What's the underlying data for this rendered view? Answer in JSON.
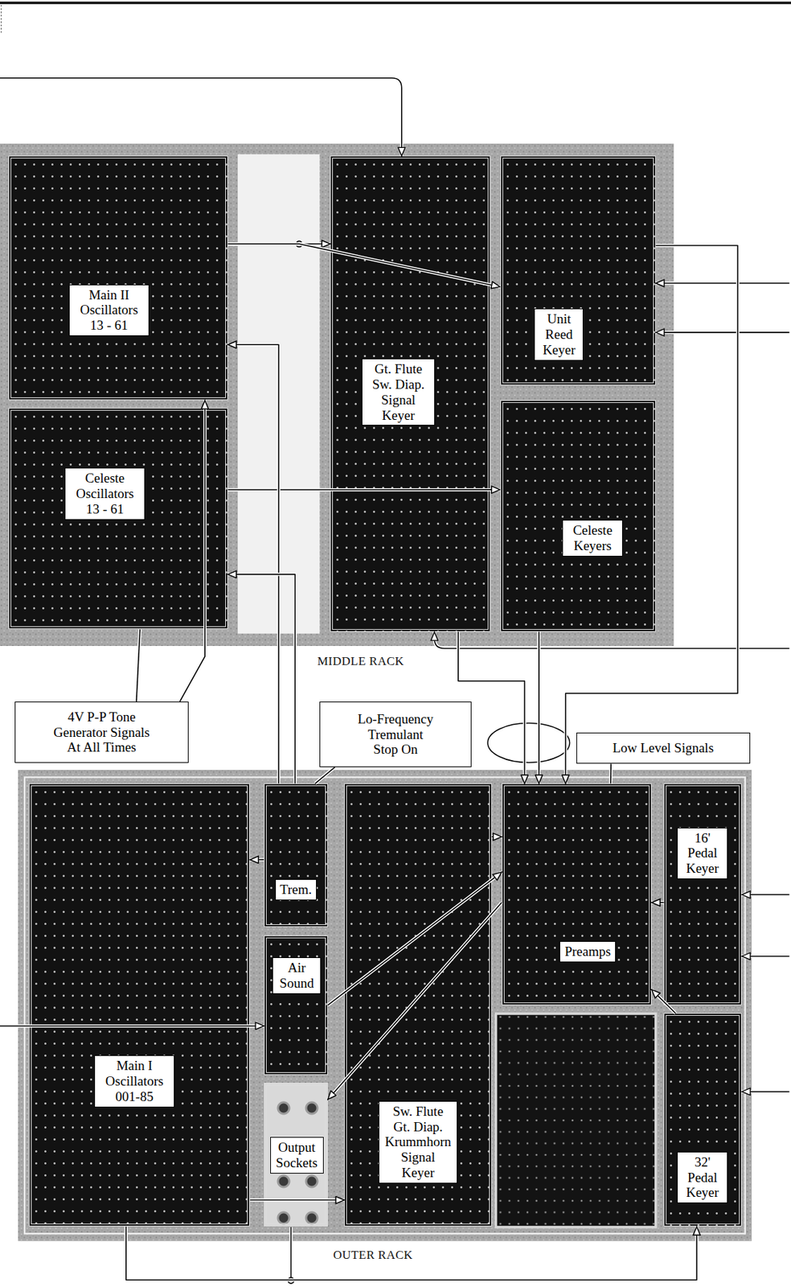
{
  "diagram": {
    "nodes": [
      {
        "text": [
          "Main II Oscillators 13 - 61"
        ]
      },
      {
        "text": [
          "Celeste Oscillators 13 - 61"
        ]
      },
      {
        "text": [
          "Gt. Flute Sw. Diap. Signal Keyer"
        ]
      },
      {
        "text": [
          "Unit Reed Keyer"
        ]
      },
      {
        "text": [
          "Celeste Keyers"
        ]
      },
      {
        "text": [
          "4V P-P Tone Generator Signals At All Times"
        ]
      },
      {
        "text": [
          "Lo-Frequency Tremulant Stop On"
        ]
      },
      {
        "text": [
          "Low Level Signals"
        ]
      },
      {
        "text": [
          "Main I Oscillators 001-85"
        ]
      },
      {
        "text": [
          "Trem."
        ]
      },
      {
        "text": [
          "Air Sound"
        ]
      },
      {
        "text": [
          "Output Sockets"
        ]
      },
      {
        "text": [
          "Sw. Flute Gt. Diap. Krummhorn Signal Keyer"
        ]
      },
      {
        "text": [
          "Preamps"
        ]
      },
      {
        "text": [
          "16' Pedal Keyer"
        ]
      },
      {
        "text": [
          "32' Pedal Keyer"
        ]
      }
    ],
    "edges": [
      {
        "from": 0,
        "to": 2,
        "arrow": "to"
      },
      {
        "from": 0,
        "to": 3,
        "arrow": "to"
      },
      {
        "from": 1,
        "to": 4,
        "arrow": "to"
      },
      {
        "from": 9,
        "to": 0,
        "arrow": "to"
      },
      {
        "from": 9,
        "to": 1,
        "arrow": "to"
      },
      {
        "from": 9,
        "to": 8,
        "arrow": "to"
      },
      {
        "from": 6,
        "to": 9,
        "arrow": "none"
      },
      {
        "from": 5,
        "to": 0,
        "arrow": "to"
      },
      {
        "from": 5,
        "to": 1,
        "arrow": "none"
      },
      {
        "from": 8,
        "to": 12,
        "arrow": "to"
      },
      {
        "from": 8,
        "to": 15,
        "arrow": "to"
      },
      {
        "from": 2,
        "to": 13,
        "arrow": "to"
      },
      {
        "from": 4,
        "to": 13,
        "arrow": "to"
      },
      {
        "from": 3,
        "to": 13,
        "arrow": "to"
      },
      {
        "from": 12,
        "to": 13,
        "arrow": "to"
      },
      {
        "from": 14,
        "to": 13,
        "arrow": "to"
      },
      {
        "from": 15,
        "to": 13,
        "arrow": "to"
      },
      {
        "from": 13,
        "to": 11,
        "arrow": "to"
      },
      {
        "from": 10,
        "to": 13,
        "arrow": "to"
      },
      {
        "from": 7,
        "to": 13,
        "arrow": "none"
      }
    ],
    "labels": [
      "MIDDLE RACK",
      "OUTER RACK"
    ]
  }
}
